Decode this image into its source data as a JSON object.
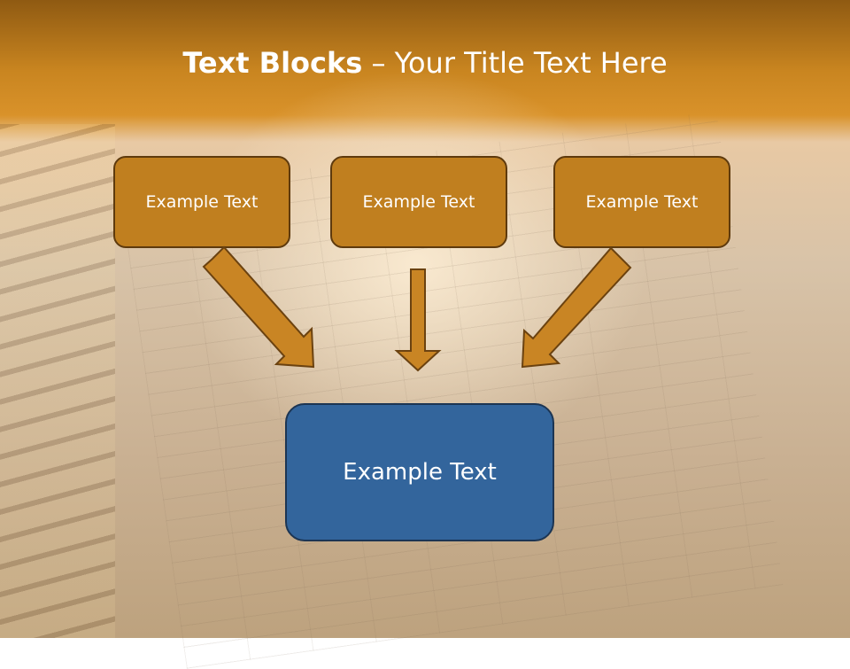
{
  "title": {
    "bold": "Text Blocks",
    "rest": " – Your Title Text Here"
  },
  "top_boxes": [
    "Example Text",
    "Example Text",
    "Example Text"
  ],
  "bottom_box": "Example Text",
  "colors": {
    "orange_box": "#c07f1f",
    "blue_box": "#33659c",
    "title": "#ffffff",
    "arrow": "#c98524"
  }
}
